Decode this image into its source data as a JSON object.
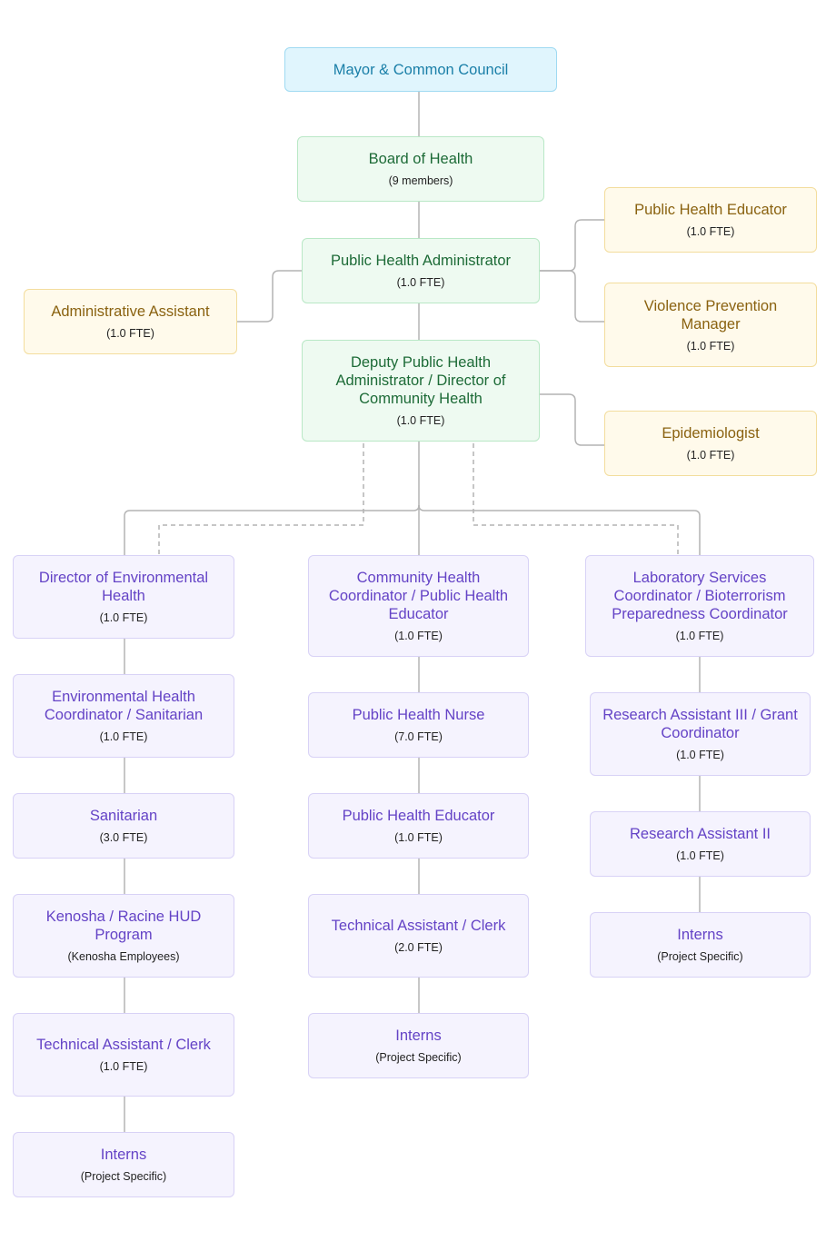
{
  "nodes": {
    "mayor": {
      "title": "Mayor & Common Council",
      "sub": ""
    },
    "board": {
      "title": "Board of Health",
      "sub": "(9 members)"
    },
    "pha": {
      "title": "Public Health Administrator",
      "sub": "(1.0 FTE)"
    },
    "admin_asst": {
      "title": "Administrative Assistant",
      "sub": "(1.0 FTE)"
    },
    "ph_educator_top": {
      "title": "Public Health Educator",
      "sub": "(1.0 FTE)"
    },
    "violence": {
      "title": "Violence Prevention Manager",
      "sub": "(1.0 FTE)"
    },
    "deputy": {
      "title": "Deputy Public Health Administrator / Director of Community Health",
      "sub": "(1.0 FTE)"
    },
    "epi": {
      "title": "Epidemiologist",
      "sub": "(1.0 FTE)"
    },
    "env_dir": {
      "title": "Director of Environmental Health",
      "sub": "(1.0 FTE)"
    },
    "env_coord": {
      "title": "Environmental Health Coordinator / Sanitarian",
      "sub": "(1.0 FTE)"
    },
    "sanitarian": {
      "title": "Sanitarian",
      "sub": "(3.0 FTE)"
    },
    "hud": {
      "title": "Kenosha / Racine HUD Program",
      "sub": "(Kenosha Employees)"
    },
    "tech_left": {
      "title": "Technical Assistant / Clerk",
      "sub": "(1.0 FTE)"
    },
    "interns_left": {
      "title": "Interns",
      "sub": "(Project Specific)"
    },
    "ch_coord": {
      "title": "Community Health Coordinator / Public Health Educator",
      "sub": "(1.0 FTE)"
    },
    "ph_nurse": {
      "title": "Public Health Nurse",
      "sub": "(7.0 FTE)"
    },
    "ph_educator_mid": {
      "title": "Public Health Educator",
      "sub": "(1.0 FTE)"
    },
    "tech_mid": {
      "title": "Technical Assistant / Clerk",
      "sub": "(2.0 FTE)"
    },
    "interns_mid": {
      "title": "Interns",
      "sub": "(Project Specific)"
    },
    "lab": {
      "title": "Laboratory Services Coordinator / Bioterrorism Preparedness Coordinator",
      "sub": "(1.0 FTE)"
    },
    "ra3": {
      "title": "Research Assistant III / Grant Coordinator",
      "sub": "(1.0 FTE)"
    },
    "ra2": {
      "title": "Research Assistant II",
      "sub": "(1.0 FTE)"
    },
    "interns_right": {
      "title": "Interns",
      "sub": "(Project Specific)"
    }
  },
  "colors": {
    "line": "#b4b4b4",
    "blue": "#1a7fa8",
    "green": "#1d6b37",
    "yellow": "#8a6210",
    "purple": "#6443c6"
  }
}
